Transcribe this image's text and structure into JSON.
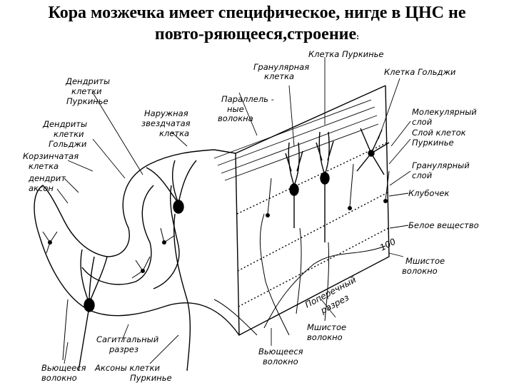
{
  "title": {
    "line1": "Кора мозжечка имеет специфическое, нигде в ЦНС не",
    "line2": "повто-ряющееся,строение",
    "line2_suffix": ":"
  },
  "labels": {
    "purkinje_cell": "Клетка Пуркинье",
    "granule_cell_1": "Гранулярная",
    "granule_cell_2": "клетка",
    "golgi_cell": "Клетка Гольджи",
    "purkinje_dendrites_1": "Дендриты",
    "purkinje_dendrites_2": "клетки",
    "purkinje_dendrites_3": "Пуркинье",
    "parallel_fibers_1": "Параллель -",
    "parallel_fibers_2": "ные",
    "parallel_fibers_3": "волокна",
    "outer_stellate_1": "Наружная",
    "outer_stellate_2": "звездчатая",
    "outer_stellate_3": "клетка",
    "golgi_dendrites_1": "Дендриты",
    "golgi_dendrites_2": "клетки",
    "golgi_dendrites_3": "Гольджи",
    "basket_cell_1": "Корзинчатая",
    "basket_cell_2": "клетка",
    "basket_cell_3": "дендрит",
    "basket_cell_4": "аксон",
    "molecular_layer_1": "Молекулярный",
    "molecular_layer_2": "слой",
    "purkinje_layer_1": "Слой клеток",
    "purkinje_layer_2": "Пуркинье",
    "granular_layer_1": "Гранулярный",
    "granular_layer_2": "слой",
    "glomerulus": "Клубочек",
    "white_matter": "Белое вещество",
    "mossy_fiber_right_1": "Мшистое",
    "mossy_fiber_right_2": "волокно",
    "transverse_section_1": "Поперечный",
    "transverse_section_2": "разрез",
    "mossy_fiber_bottom_1": "Мшистое",
    "mossy_fiber_bottom_2": "волокно",
    "sagittal_section_1": "Сагиттальный",
    "sagittal_section_2": "разрез",
    "climbing_fiber_left_1": "Вьющееся",
    "climbing_fiber_left_2": "волокно",
    "purkinje_axons_1": "Аксоны клетки",
    "purkinje_axons_2": "Пуркинье",
    "climbing_fiber_mid_1": "Вьющееся",
    "climbing_fiber_mid_2": "волокно",
    "scale_mark": "100"
  }
}
